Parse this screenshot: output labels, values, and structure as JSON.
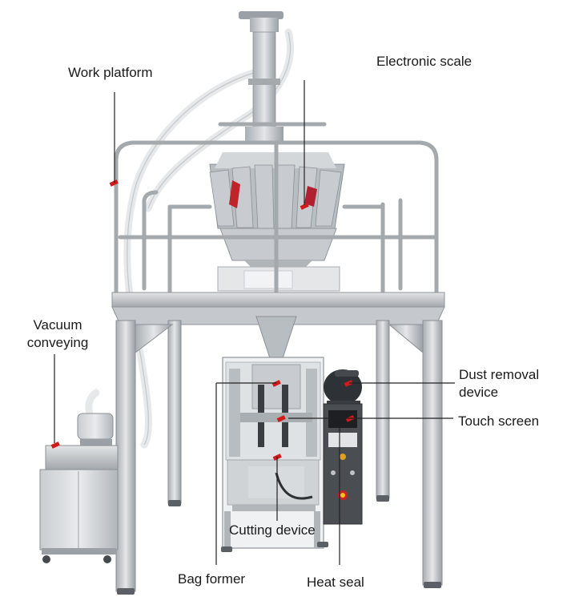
{
  "labels": {
    "work_platform": "Work platform",
    "electronic_scale": "Electronic scale",
    "vacuum_line1": "Vacuum",
    "vacuum_line2": "conveying",
    "dust_line1": "Dust removal",
    "dust_line2": "device",
    "touch_screen": "Touch screen",
    "cutting_device": "Cutting device",
    "bag_former": "Bag former",
    "heat_seal": "Heat seal"
  },
  "colors": {
    "steel_light": "#d9dcdf",
    "steel_mid": "#b7bcc1",
    "steel_dark": "#7d848b",
    "leader": "#222222",
    "marker": "#d11a1a",
    "panel_dark": "#4a4d52"
  }
}
